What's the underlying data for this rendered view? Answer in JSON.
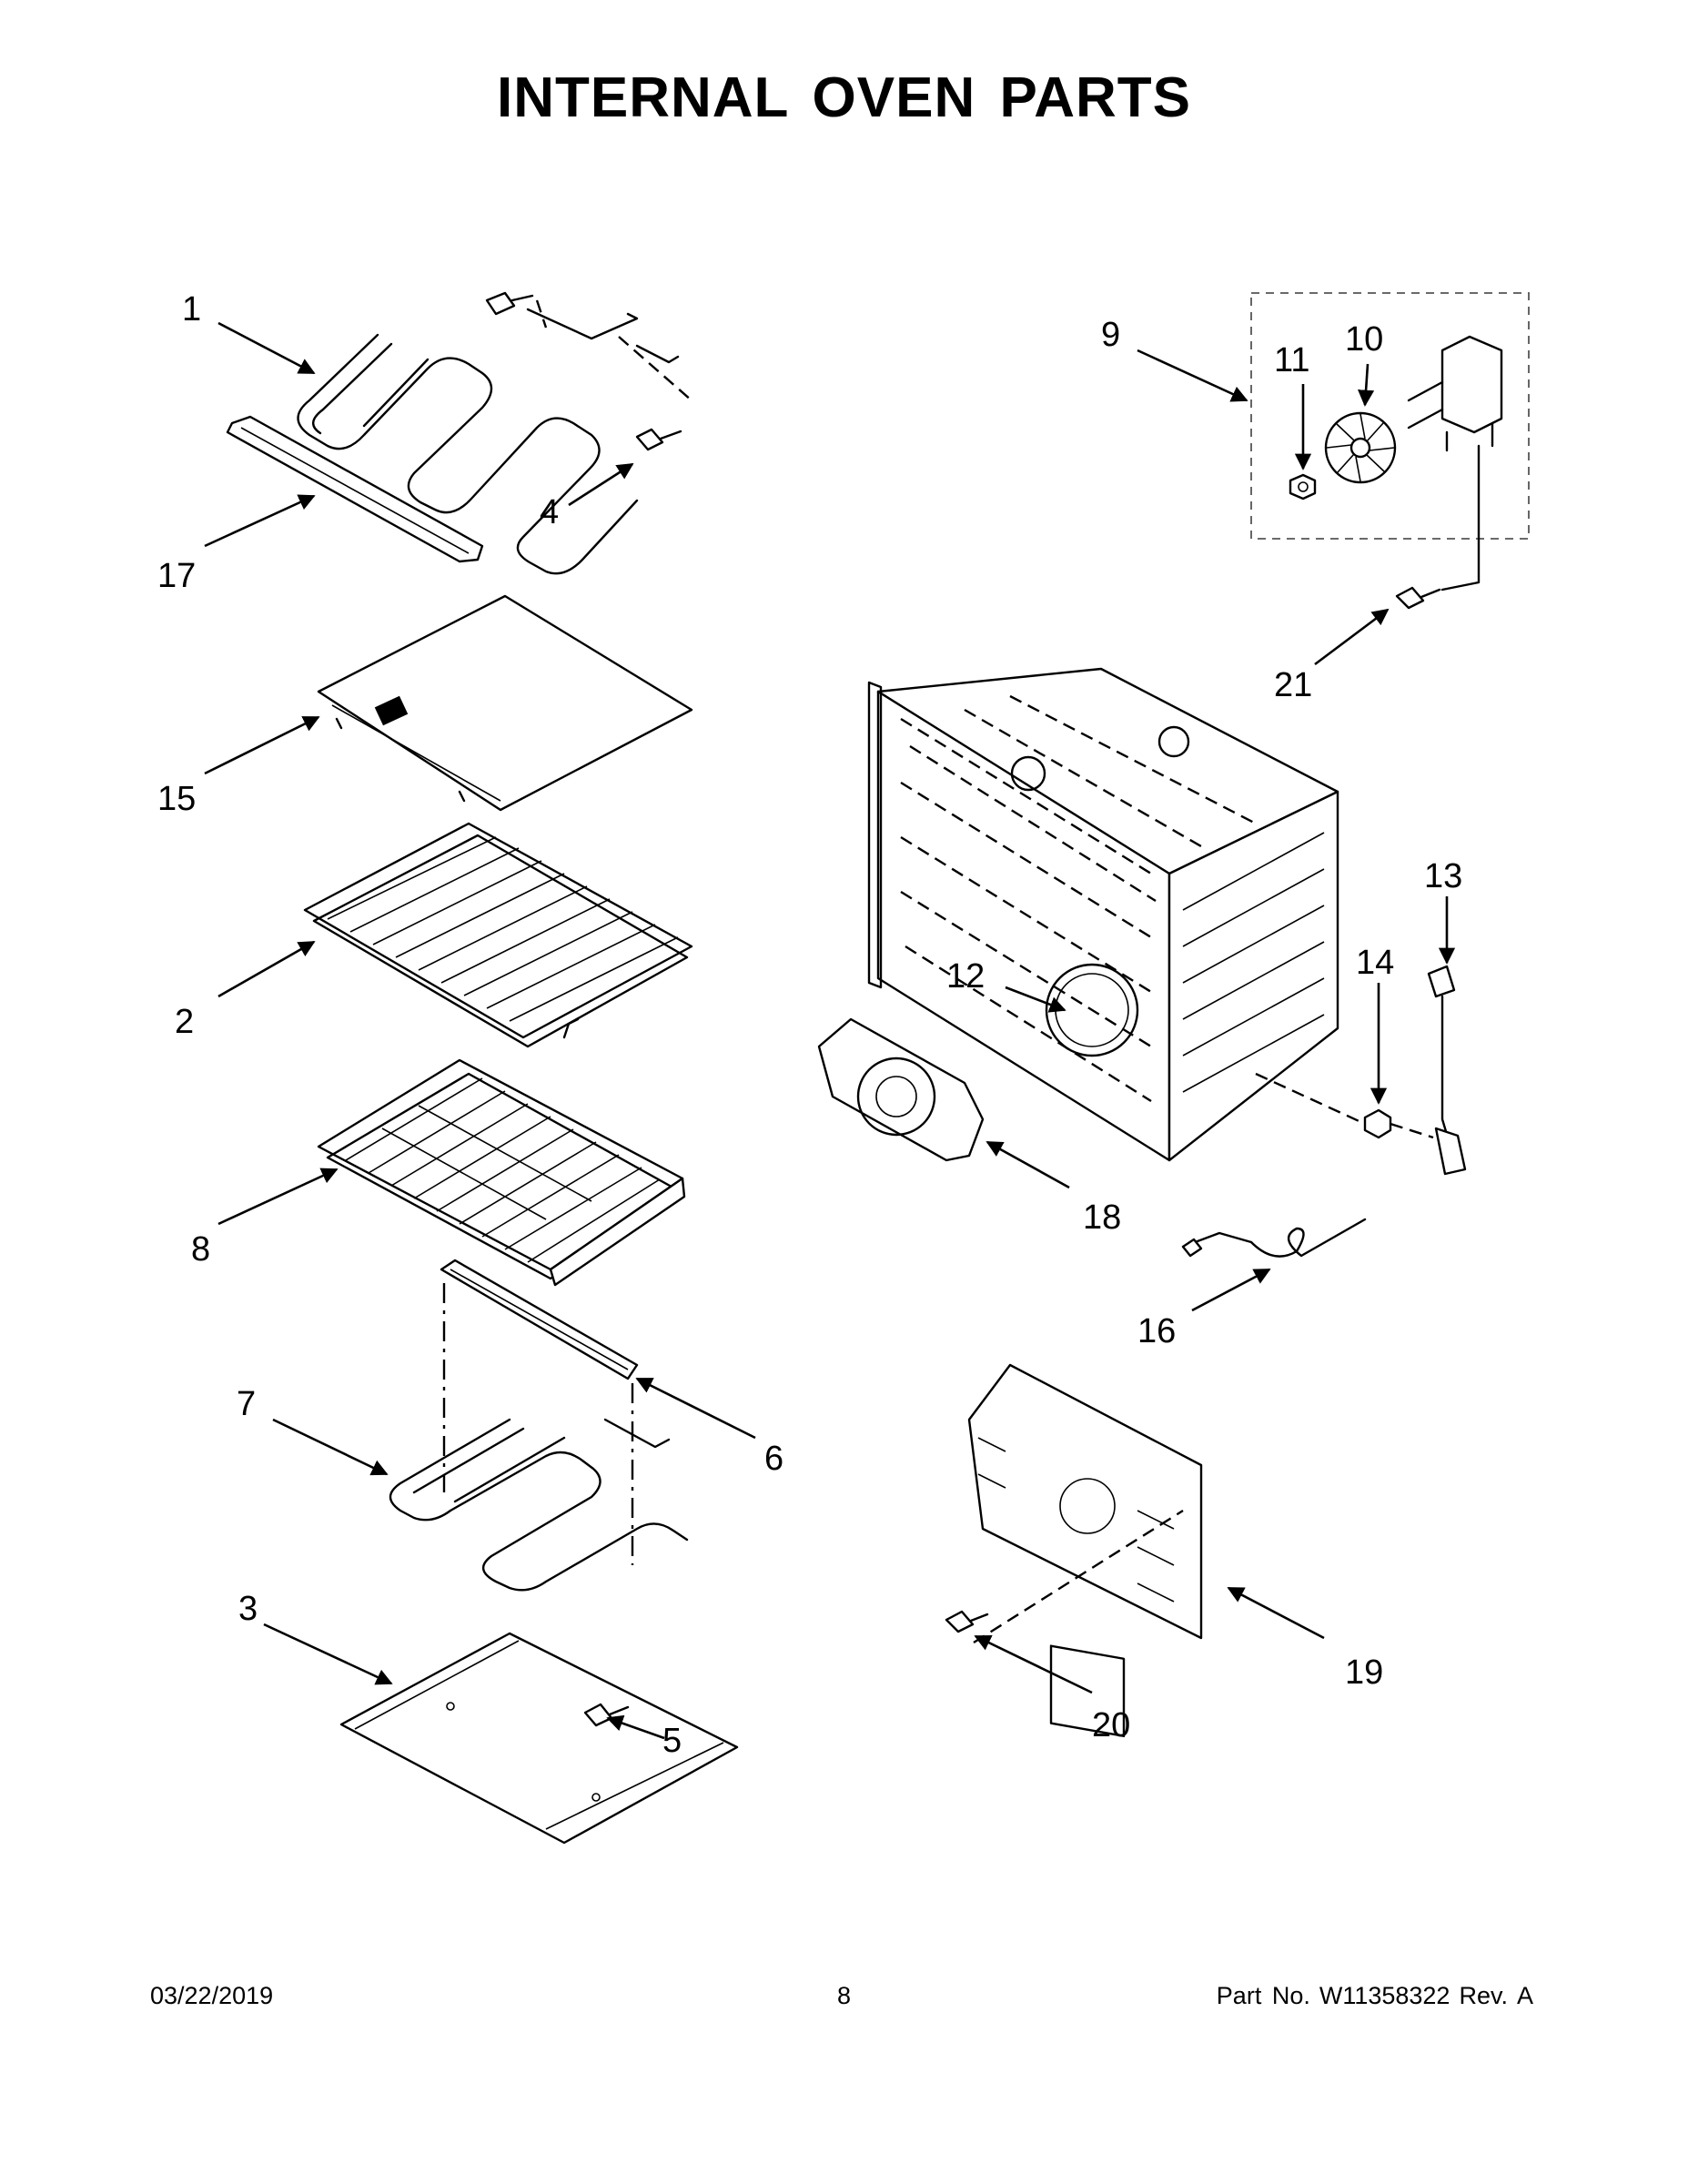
{
  "title": "INTERNAL OVEN PARTS",
  "footer": {
    "date": "03/22/2019",
    "page": "8",
    "part_label": "Part No.",
    "part_number": "W11358322",
    "revision": "Rev.  A"
  },
  "callouts": [
    "1",
    "2",
    "3",
    "4",
    "5",
    "6",
    "7",
    "8",
    "9",
    "10",
    "11",
    "12",
    "13",
    "14",
    "15",
    "16",
    "17",
    "18",
    "19",
    "20",
    "21"
  ]
}
